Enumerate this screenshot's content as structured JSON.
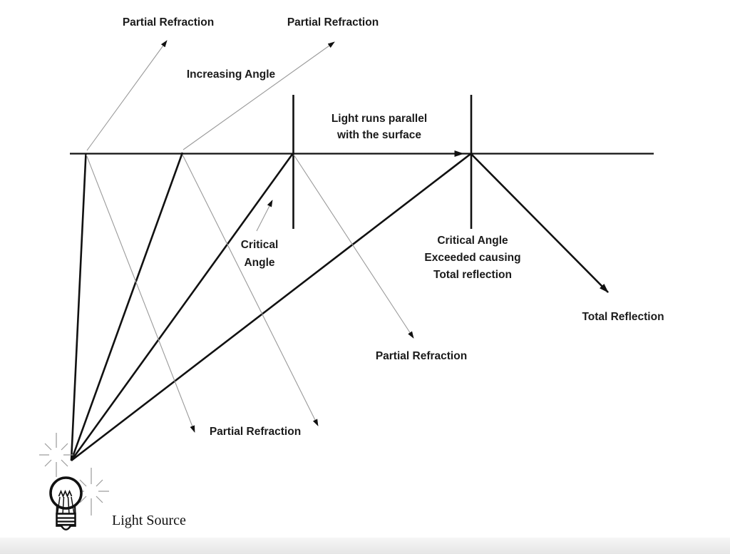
{
  "labels": {
    "partial_refraction_top_left": "Partial Refraction",
    "partial_refraction_top_right": "Partial Refraction",
    "increasing_angle": "Increasing Angle",
    "light_parallel": {
      "line1": "Light runs parallel",
      "line2": "with the surface"
    },
    "critical_angle": {
      "line1": "Critical",
      "line2": "Angle"
    },
    "critical_exceeded": {
      "line1": "Critical Angle",
      "line2": "Exceeded causing",
      "line3": "Total reflection"
    },
    "partial_refraction_bottom_left": "Partial Refraction",
    "partial_refraction_bottom_middle": "Partial Refraction",
    "total_reflection": "Total Reflection",
    "light_source": "Light Source"
  },
  "colors": {
    "ink": "#1b1b1b",
    "ray_line": "#111111",
    "thin_line": "#9a9a9a",
    "arrowhead": "#111111",
    "background": "#ffffff",
    "footer_band": "#e9e9e9"
  }
}
